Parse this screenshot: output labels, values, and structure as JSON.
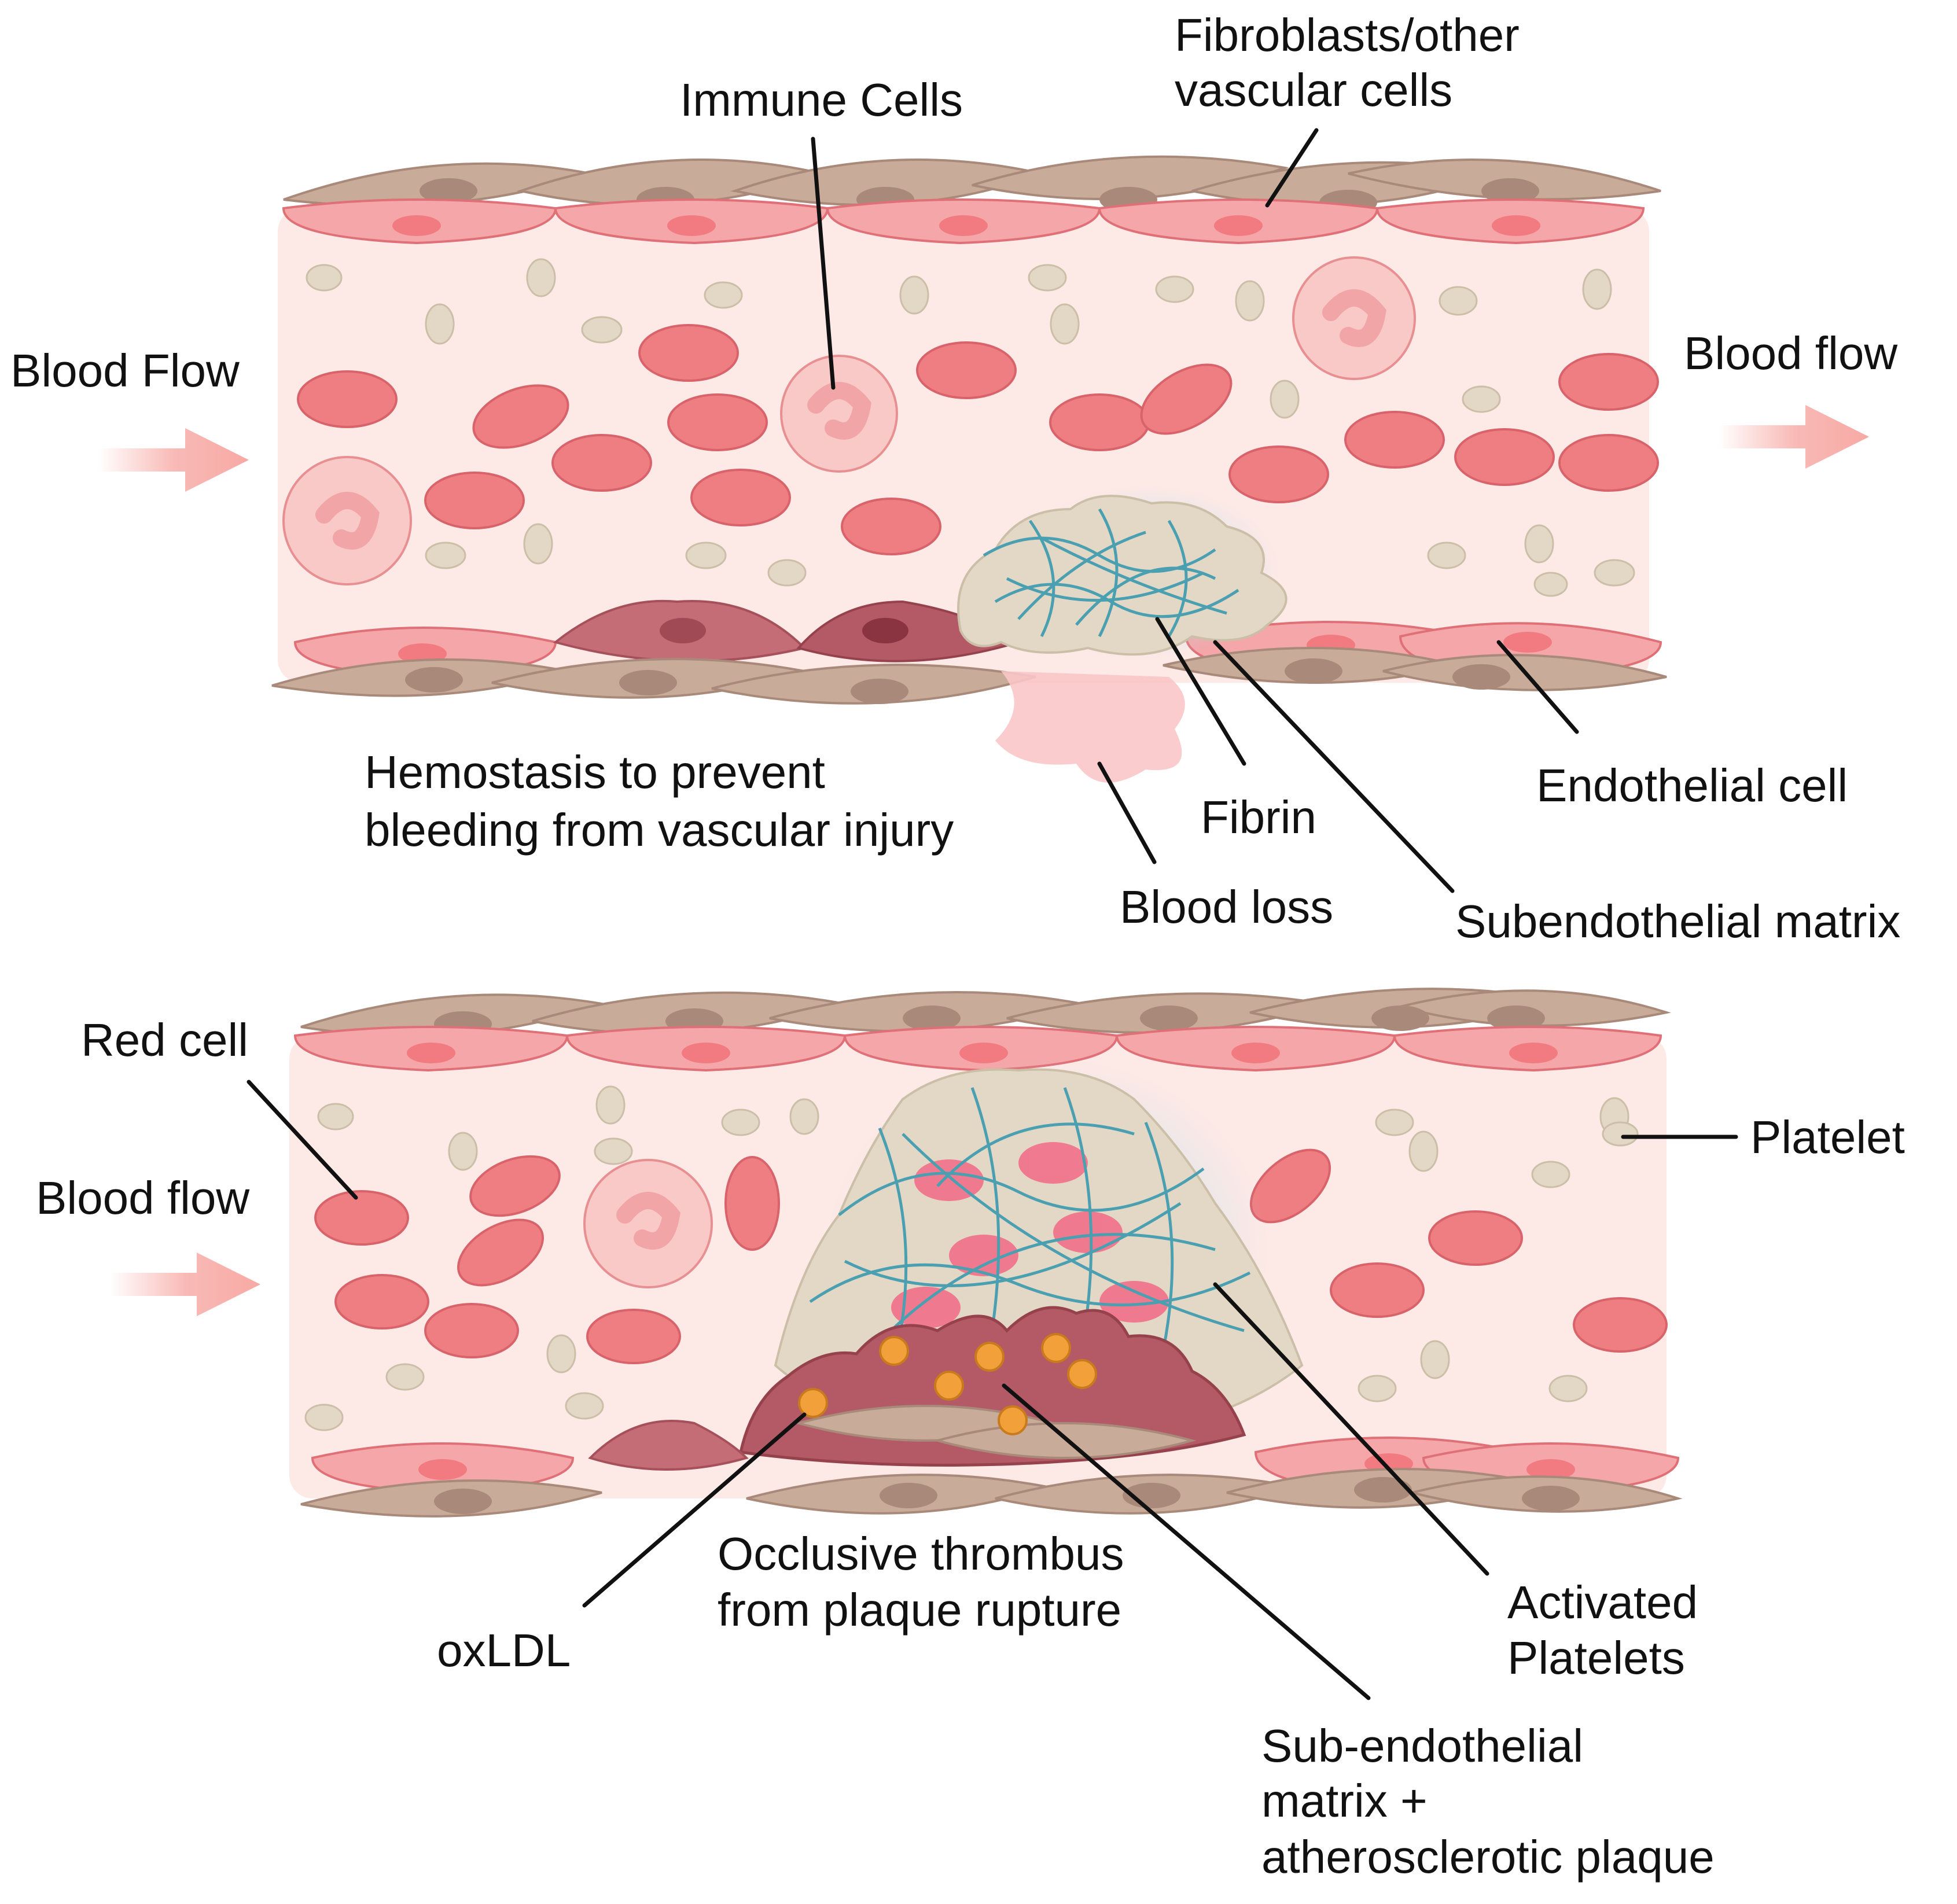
{
  "labels": {
    "top": {
      "blood_flow_left": "Blood Flow",
      "blood_flow_right": "Blood flow",
      "immune_cells": "Immune Cells",
      "fibroblasts_line1": "Fibroblasts/other",
      "fibroblasts_line2": "vascular cells",
      "hemostasis_line1": "Hemostasis to prevent",
      "hemostasis_line2": "bleeding from vascular injury",
      "fibrin": "Fibrin",
      "blood_loss": "Blood loss",
      "endothelial_cell": "Endothelial cell",
      "subendothelial_matrix": "Subendothelial matrix"
    },
    "bottom": {
      "red_cell": "Red cell",
      "blood_flow": "Blood flow",
      "platelet": "Platelet",
      "oxldl": "oxLDL",
      "thrombus_line1": "Occlusive thrombus",
      "thrombus_line2": "from plaque rupture",
      "activated_line1": "Activated",
      "activated_line2": "Platelets",
      "subendo_line1": "Sub-endothelial",
      "subendo_line2": "matrix +",
      "subendo_line3": "atherosclerotic plaque"
    }
  },
  "colors": {
    "lumen": "#fde9e6",
    "endothelium": "#f4a6a8",
    "fibroblast": "#c9ab9a",
    "red_cell": "#ee7e82",
    "platelet": "#e3d8c6",
    "fibrin": "#4a9fb0",
    "plaque": "#b35a66",
    "oxldl": "#f2a03a",
    "arrow": "#f7a9a4"
  }
}
